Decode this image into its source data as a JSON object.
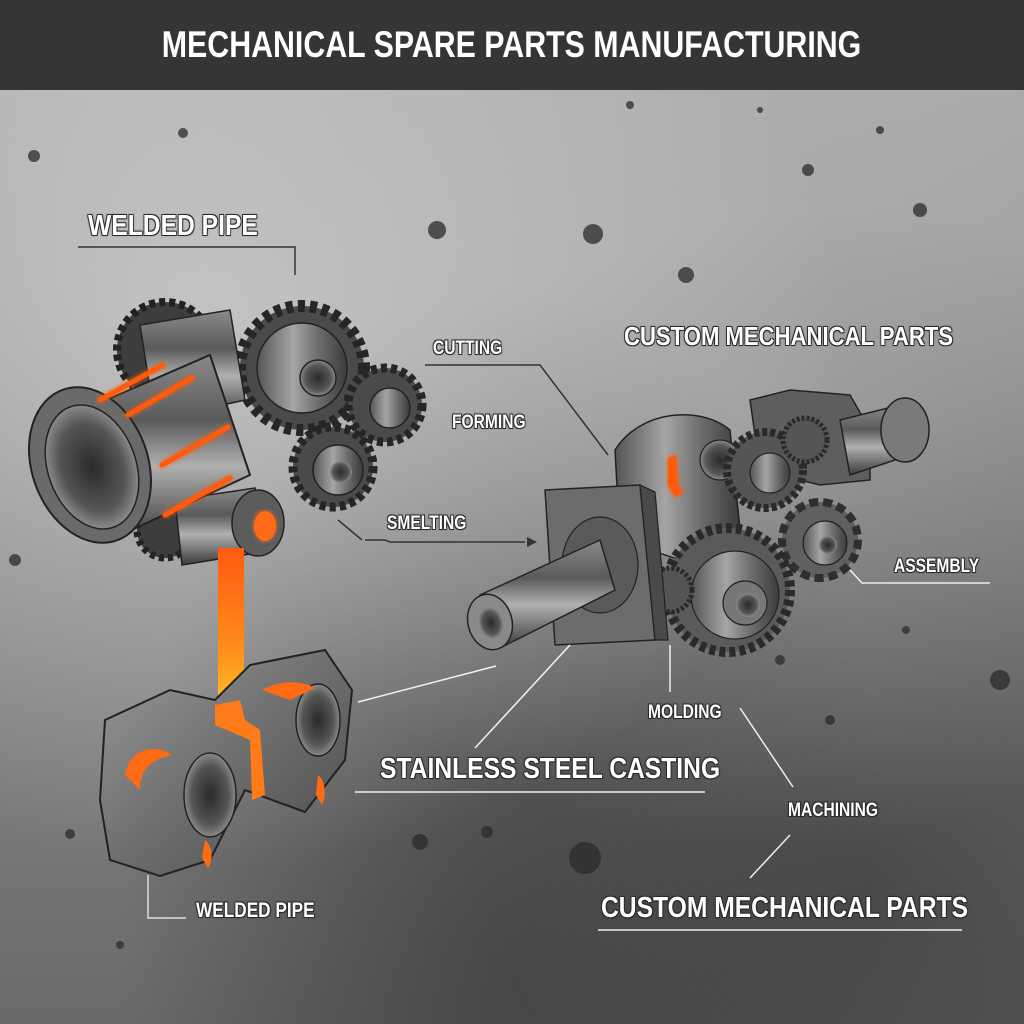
{
  "header": {
    "title": "MECHANICAL SPARE PARTS MANUFACTURING",
    "background_color": "#353535",
    "text_color": "#ffffff"
  },
  "labels": {
    "welded_pipe_top": "WELDED PIPE",
    "cutting": "CUTTING",
    "forming": "FORMING",
    "smelting": "SMELTING",
    "custom_parts_top": "CUSTOM MECHANICAL PARTS",
    "assembly": "ASSEMBLY",
    "molding": "MOLDING",
    "stainless_steel_casting": "STAINLESS STEEL CASTING",
    "machining": "MACHINING",
    "welded_pipe_bottom": "WELDED PIPE",
    "custom_parts_bottom": "CUSTOM MECHANICAL PARTS"
  },
  "illustrations": {
    "left_assembly": "welded-pipe-and-gear-cluster",
    "molten_stream": "molten-metal-pour",
    "casting_part": "stainless-steel-casting-block",
    "right_assembly": "custom-mechanical-gearbox-with-shaft"
  },
  "colors": {
    "molten_orange": "#ff6a14",
    "molten_yellow": "#ffb21e",
    "steel_dark": "#3c3c3c",
    "steel_mid": "#6b6b6b",
    "steel_light": "#a8a8a8",
    "leader_line_dark": "#333333",
    "leader_line_light": "#f2f2f2"
  }
}
